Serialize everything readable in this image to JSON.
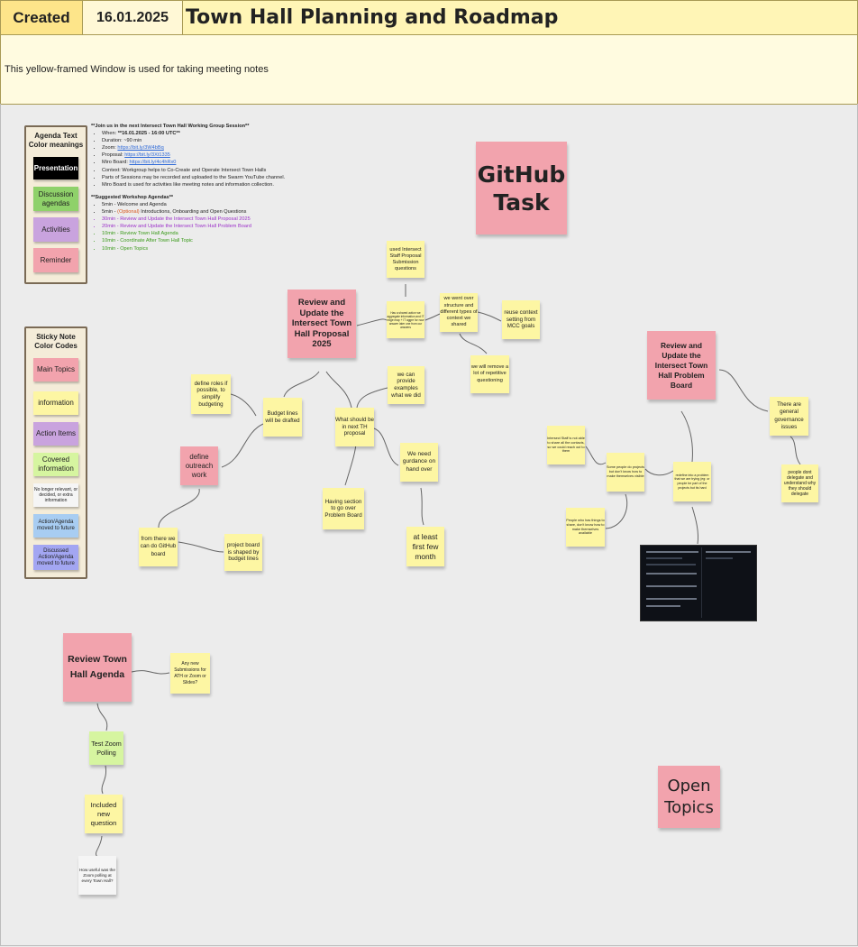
{
  "header": {
    "created_label": "Created",
    "date": "16.01.2025",
    "title": "Town Hall Planning and Roadmap",
    "description": "This yellow-framed Window is used for taking meeting notes"
  },
  "legend_agenda": {
    "title": "Agenda Text Color meanings",
    "items": [
      "Presentation",
      "Discussion agendas",
      "Activities",
      "Reminder"
    ]
  },
  "legend_sticky": {
    "title": "Sticky Note Color Codes",
    "items": [
      "Main Topics",
      "information",
      "Action Items",
      "Covered information",
      "No longer relevant, or decided, or extra information",
      "Action/Agenda moved to future",
      "Discussed Action/Agenda moved to future"
    ]
  },
  "agenda": {
    "heading": "**Join us in the next Intersect Town Hall Working Group Session**",
    "when_label": "When: ",
    "when_value": "**16.01.2025 - 16:00 UTC**",
    "duration": "Duration: ~90 min",
    "zoom_label": "Zoom: ",
    "zoom_link": "https://bit.ly/3W4bBq",
    "proposal_label": "Proposal: ",
    "proposal_link": "https://bit.ly/3Xt1335",
    "miro_label": "Miro Board: ",
    "miro_link": "https://bit.ly/4c4hRx0",
    "context": "Context: Workgroup helps to Co-Create and Operate Intersect Town Halls",
    "recorded": "Parts of Sessions may be recorded and uploaded to the Swarm YouTube channel.",
    "miro_use": "Miro Board is used for activities like meeting notes and information collection.",
    "suggested_heading": "**Suggested Workshop Agendas**",
    "welcome": "5min - Welcome and Agenda",
    "intro_time": "5min - ",
    "intro_optional": "(Optional)",
    "intro_rest": " Introductions, Onboarding and Open Questions",
    "review_proposal": "30min - Review and Update the Intersect Town Hall Proposal 2025",
    "review_problem": "20min - Review and Update the Intersect Town Hall Problem Board",
    "review_agenda": "10min - Review Town Hall Agenda",
    "coordinate": "10min - Coordinate After Town Hall Topic",
    "open_topics": "10min - Open Topics"
  },
  "notes": {
    "github_task": "GitHub Task",
    "review_proposal": "Review and Update the Intersect Town Hall Proposal 2025",
    "used_staff": "used Intersect Staff Proposal Submission questions",
    "tiny_center": "Has a shared action we aggregate information and IT edge map + IT aggre for now answer later one from our answers",
    "went_over": "we went over structure and different types of context we shared",
    "reuse": "reuse context setting from MCC goals",
    "remove": "we will remove a lot of repetitive questioning",
    "define_roles": "define roles if possible, to simplify budgeting",
    "examples": "we can provide examples what we did",
    "budget_lines": "Budget lines will be drafted",
    "what_next": "What should be in next TH proposal",
    "need_guidance": "We need gurdance on hand over",
    "define_outreach": "define outreach work",
    "having_section": "Having section to go over Problem Board",
    "at_least": "at least first few month",
    "from_there": "from there we can do GitHub board",
    "project_board": "project board is shaped by budget lines",
    "review_problem": "Review and Update the Intersect Town Hall Problem Board",
    "governance": "There are general governance issues",
    "delegate": "people dont delegate and understand why they should delegate",
    "intersect_staff": "Intersect Staff is not able to share all the contacts, so we could reach out to them",
    "some_people": "Some people do projects but don't know how to make themselves visible",
    "redefine": "redefine into a problem that we are trying (eg: or people be part of the projects but its hard",
    "people_who": "People who has things to share, don't know how to make themselves available",
    "review_agenda": "Review Town Hall Agenda",
    "any_new": "Any new Submissions for ATH or Zoom or Slides?",
    "test_zoom": "Test Zoom Polling",
    "included": "Included new question",
    "how_useful": "How useful was the Zoom polling at every Town Hall?",
    "open_topics": "Open Topics"
  },
  "colors": {
    "yellow_note": "#fdf6a3",
    "pink_note": "#f2a3ad",
    "green_note": "#d6f5a0",
    "purple_note": "#c9a3de",
    "blue_note": "#a8cdf2",
    "indigo_note": "#a3a6f2",
    "header_yellow": "#fff5b6"
  }
}
